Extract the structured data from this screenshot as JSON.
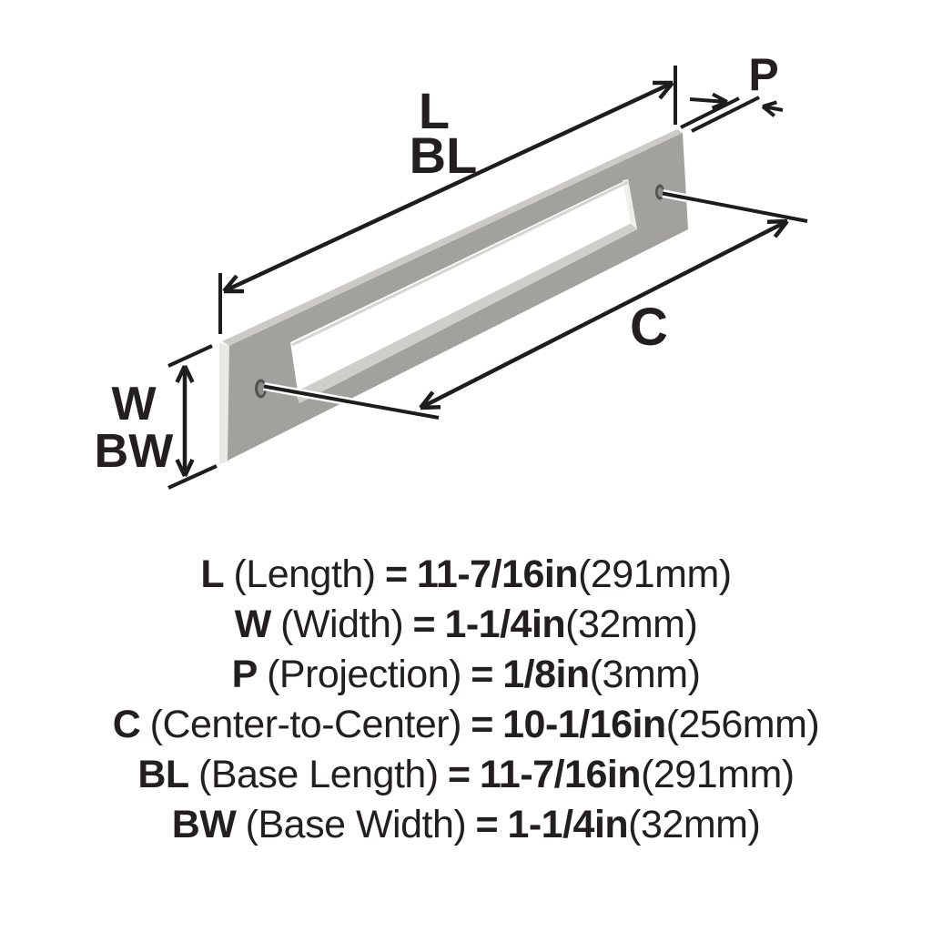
{
  "page": {
    "background": "#ffffff"
  },
  "colors": {
    "line_and_text": "#231f20",
    "plate_face": "#a3a19e",
    "plate_top_edge": "#cbcac7",
    "plate_left_edge": "#e9e8e5",
    "cutout_bottom_ledge": "#cfcecb",
    "cutout_right_wall": "#efeeeb",
    "cutout_top_bevel": "#d6d5d2",
    "hole_outer": "#55534f",
    "hole_inner": "#8f8d8a"
  },
  "diagram": {
    "labels": {
      "length": "L",
      "base_length": "BL",
      "projection": "P",
      "center_to_center": "C",
      "width": "W",
      "base_width": "BW"
    }
  },
  "specs": [
    {
      "abbr": "L",
      "name": "(Length)",
      "eq": "=",
      "value": "11-7/16in",
      "metric": "(291mm)"
    },
    {
      "abbr": "W",
      "name": "(Width)",
      "eq": "=",
      "value": "1-1/4in",
      "metric": "(32mm)"
    },
    {
      "abbr": "P",
      "name": "(Projection)",
      "eq": "=",
      "value": "1/8in",
      "metric": "(3mm)"
    },
    {
      "abbr": "C",
      "name": "(Center-to-Center)",
      "eq": "=",
      "value": "10-1/16in",
      "metric": "(256mm)"
    },
    {
      "abbr": "BL",
      "name": "(Base Length)",
      "eq": "=",
      "value": "11-7/16in",
      "metric": "(291mm)"
    },
    {
      "abbr": "BW",
      "name": "(Base Width)",
      "eq": "=",
      "value": "1-1/4in",
      "metric": "(32mm)"
    }
  ]
}
